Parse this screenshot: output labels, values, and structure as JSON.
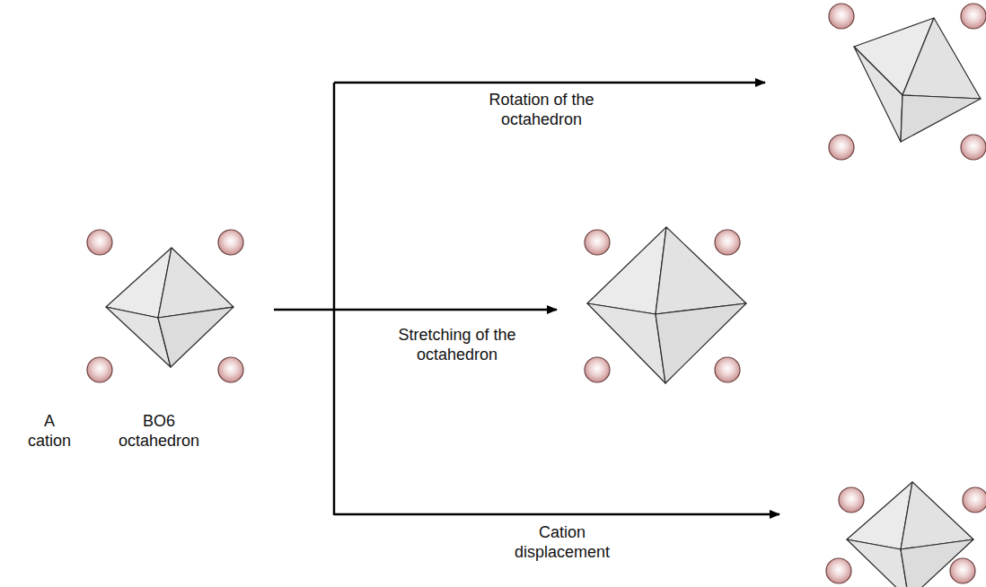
{
  "diagram": {
    "labels": [
      "Rotation of the octahedron",
      "Stretching of the octahedron",
      "Cation displacement",
      "A cation",
      "BO6 octahedron"
    ]
  }
}
